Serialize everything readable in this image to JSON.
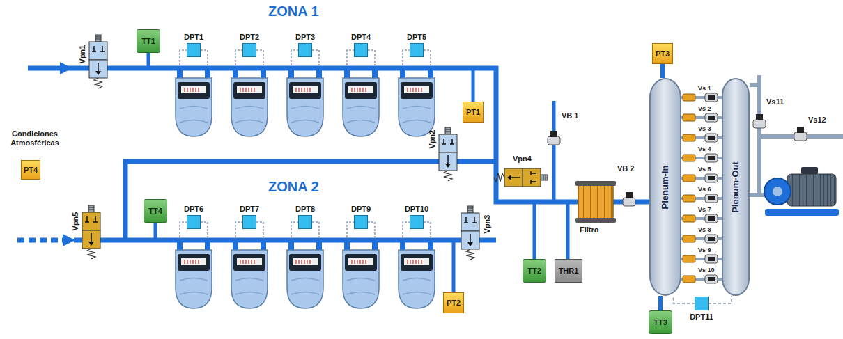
{
  "diagram": {
    "nodes": [
      {
        "text": [
          "TT1"
        ]
      },
      {
        "text": [
          "DPT1"
        ]
      },
      {
        "text": [
          "DPT2"
        ]
      },
      {
        "text": [
          "DPT3"
        ]
      },
      {
        "text": [
          "DPT4"
        ]
      },
      {
        "text": [
          "DPT5"
        ]
      },
      {
        "text": [
          "PT1"
        ]
      },
      {
        "text": [
          "PT4"
        ]
      },
      {
        "text": [
          "TT4"
        ]
      },
      {
        "text": [
          "DPT6"
        ]
      },
      {
        "text": [
          "DPT7"
        ]
      },
      {
        "text": [
          "DPT8"
        ]
      },
      {
        "text": [
          "DPT9"
        ]
      },
      {
        "text": [
          "DPT10"
        ]
      },
      {
        "text": [
          "PT2"
        ]
      },
      {
        "text": [
          "TT2"
        ]
      },
      {
        "text": [
          "THR1"
        ]
      },
      {
        "text": [
          "PT3"
        ]
      },
      {
        "text": [
          "Plenum-In"
        ]
      },
      {
        "text": [
          "Plenum-Out"
        ]
      },
      {
        "text": [
          "TT3"
        ]
      },
      {
        "text": [
          "DPT11"
        ]
      }
    ],
    "edges": [
      {
        "from": 17,
        "to": 18,
        "arrow": "none"
      },
      {
        "from": 20,
        "to": 18,
        "arrow": "none"
      },
      {
        "from": 18,
        "to": 19,
        "label": "Vs 1",
        "arrow": "none"
      },
      {
        "from": 18,
        "to": 19,
        "label": "Vs 2",
        "arrow": "none"
      },
      {
        "from": 18,
        "to": 19,
        "label": "Vs 3",
        "arrow": "none"
      },
      {
        "from": 18,
        "to": 19,
        "label": "Vs 4",
        "arrow": "none"
      },
      {
        "from": 18,
        "to": 19,
        "label": "Vs 5",
        "arrow": "none"
      },
      {
        "from": 18,
        "to": 19,
        "label": "Vs 6",
        "arrow": "none"
      },
      {
        "from": 18,
        "to": 19,
        "label": "Vs 7",
        "arrow": "none"
      },
      {
        "from": 18,
        "to": 19,
        "label": "Vs 8",
        "arrow": "none"
      },
      {
        "from": 18,
        "to": 19,
        "label": "Vs 9",
        "arrow": "none"
      },
      {
        "from": 18,
        "to": 19,
        "label": "Vs 10",
        "arrow": "none"
      },
      {
        "from": 21,
        "to": 18,
        "arrow": "none"
      },
      {
        "from": 21,
        "to": 19,
        "arrow": "none"
      }
    ],
    "labels": [
      "ZONA 1",
      "Vpn1",
      "Vpn2",
      "VB 1",
      "Vpn4",
      "VB 2",
      "Condiciones Atmosféricas",
      "ZONA 2",
      "Vpn5",
      "Vpn3",
      "Filtro",
      "Vs11",
      "Vs12"
    ]
  }
}
